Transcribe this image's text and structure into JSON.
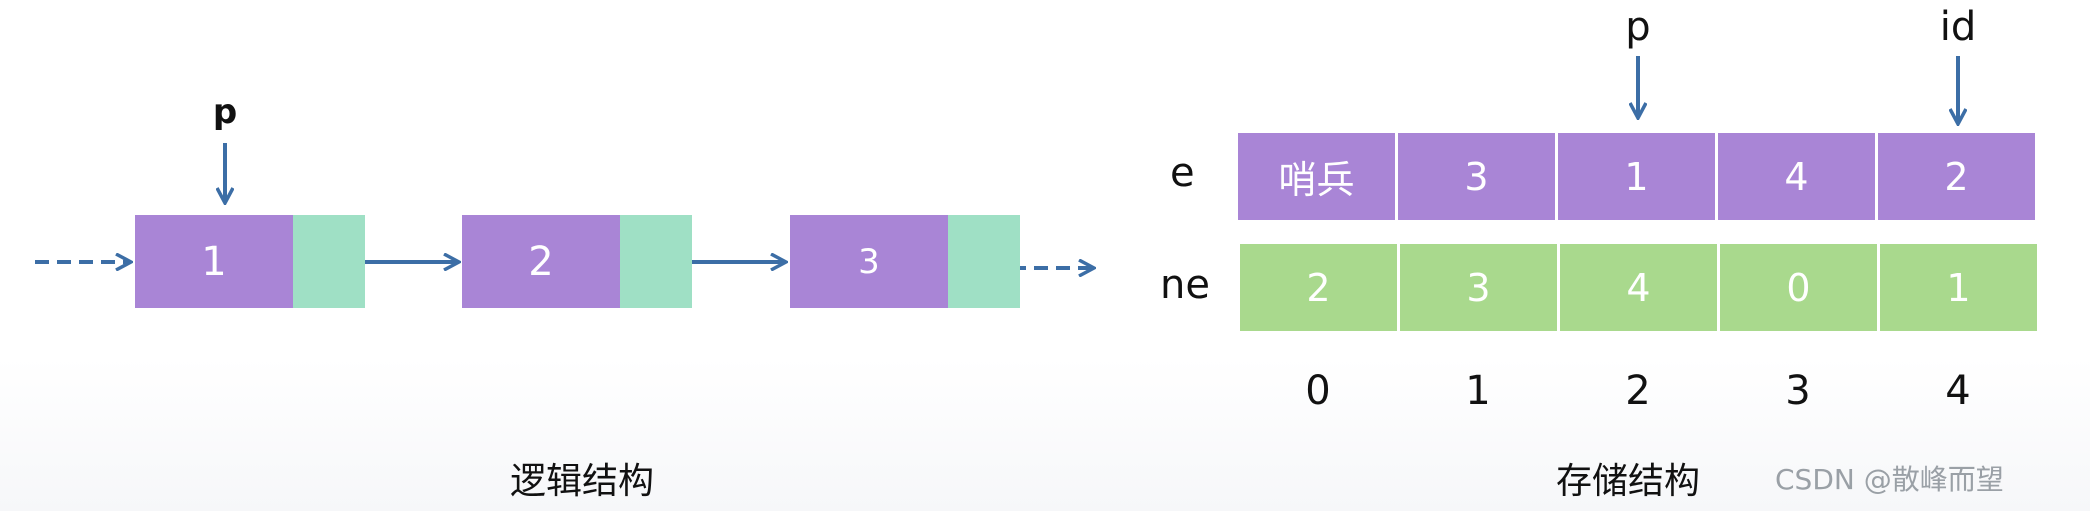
{
  "colors": {
    "value_fill": "#a985d6",
    "pointer_fill": "#9fe0c5",
    "ne_fill": "#a9d98d",
    "arrow": "#3c6ea6"
  },
  "logical": {
    "pointer_label": "p",
    "nodes": [
      {
        "value": "1"
      },
      {
        "value": "2"
      },
      {
        "value": "3"
      }
    ],
    "caption": "逻辑结构"
  },
  "storage": {
    "e_label": "e",
    "ne_label": "ne",
    "e_values": [
      "哨兵",
      "3",
      "1",
      "4",
      "2"
    ],
    "ne_values": [
      "2",
      "3",
      "4",
      "0",
      "1"
    ],
    "indices": [
      "0",
      "1",
      "2",
      "3",
      "4"
    ],
    "pointer_p": "p",
    "pointer_id": "id",
    "caption": "存储结构"
  },
  "watermark": "CSDN @散峰而望"
}
